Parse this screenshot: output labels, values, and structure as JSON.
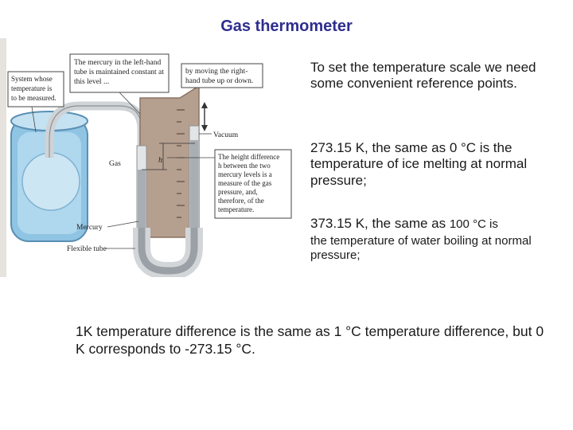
{
  "title": "Gas thermometer",
  "figure": {
    "callouts": {
      "mercury_left": [
        "The mercury in the left-hand",
        "tube is maintained constant at",
        "this level ..."
      ],
      "moving_right": [
        "by moving the right-",
        "hand tube up or down."
      ],
      "system": [
        "System whose",
        "temperature is",
        "to be measured."
      ],
      "vacuum": "Vacuum",
      "height_diff": [
        "The height difference",
        "h between the two",
        "mercury levels is a",
        "measure of the gas",
        "pressure, and,",
        "therefore, of the",
        "temperature."
      ],
      "gas": "Gas",
      "h": "h",
      "mercury": "Mercury",
      "flexible_tube": "Flexible tube"
    }
  },
  "text": {
    "p1": "To set the temperature scale we need some convenient reference points.",
    "p2": "273.15 K, the same as 0 °C is the temperature of ice melting at normal pressure;",
    "p3_a": "373.15 K, the same as ",
    "p3_b": "100 °C is",
    "p3_c": "the temperature of water boiling at normal pressure;",
    "p4": "1K temperature difference is the same as 1 °C temperature difference, but 0 K corresponds to -273.15 °C."
  }
}
